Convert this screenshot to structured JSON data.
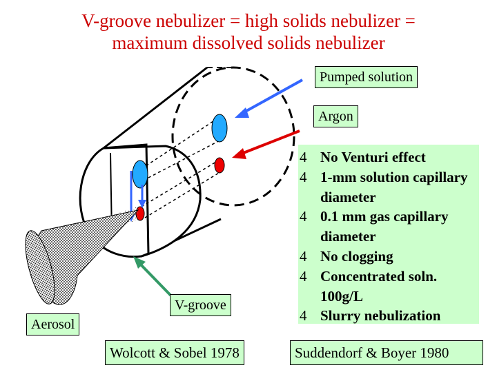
{
  "title": {
    "line1": "V-groove nebulizer = high solids nebulizer =",
    "line2": "maximum dissolved solids nebulizer"
  },
  "labels": {
    "pumped_solution": "Pumped solution",
    "argon": "Argon",
    "v_groove": "V-groove",
    "aerosol": "Aerosol"
  },
  "features": [
    "No Venturi effect",
    "1-mm solution capillary diameter",
    "0.1 mm gas capillary diameter",
    "No clogging",
    "Concentrated soln. 100g/L",
    "Slurry nebulization"
  ],
  "bullet_glyph": "4",
  "credits": {
    "left": "Wolcott & Sobel 1978",
    "right": "Suddendorf & Boyer 1980"
  },
  "colors": {
    "title": "#cc0000",
    "box_fill": "#ccffcc",
    "solution_arrow": "#3366ff",
    "argon_arrow": "#dd0000",
    "vgroove_arrow": "#339966",
    "solution_port": "#22aaff",
    "gas_port": "#ee0000"
  }
}
